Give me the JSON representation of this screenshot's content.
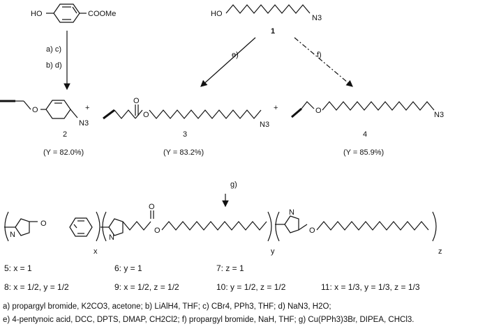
{
  "starting_materials": {
    "ester": {
      "oh": "HO",
      "ester_group": "COOMe"
    },
    "azido_alcohol": {
      "oh": "HO",
      "azide": "N3",
      "number": "1"
    }
  },
  "steps": {
    "a_c": "a)  c)",
    "b_d": "b)  d)",
    "e": "e)",
    "f": "f)",
    "g": "g)"
  },
  "products": [
    {
      "number": "2",
      "yield": "(Y = 82.0%)",
      "azide": "N3",
      "ether_o": "O"
    },
    {
      "number": "3",
      "yield": "(Y = 83.2%)",
      "azide": "N3",
      "carbonyl_o": "O",
      "ester_o": "O"
    },
    {
      "number": "4",
      "yield": "(Y = 85.9%)",
      "azide": "N3",
      "ether_o": "O"
    }
  ],
  "plus_signs": [
    "+",
    "+"
  ],
  "polymer": {
    "subscripts": [
      "x",
      "y",
      "z"
    ],
    "triazole_n": "N",
    "ether_o": "O"
  },
  "compositions_row1": [
    "5: x = 1",
    "6: y = 1",
    "7: z = 1"
  ],
  "compositions_row2": [
    "8: x = 1/2, y = 1/2",
    "9: x = 1/2, z = 1/2",
    "10: y = 1/2, z = 1/2",
    "11: x = 1/3, y = 1/3, z = 1/3"
  ],
  "conditions": {
    "line1": "a) propargyl bromide, K2CO3, acetone; b) LiAlH4, THF; c) CBr4, PPh3, THF; d) NaN3, H2O;",
    "line2": "e) 4-pentynoic acid, DCC, DPTS, DMAP, CH2Cl2; f) propargyl bromide, NaH, THF; g) Cu(PPh3)3Br, DIPEA, CHCl3."
  }
}
